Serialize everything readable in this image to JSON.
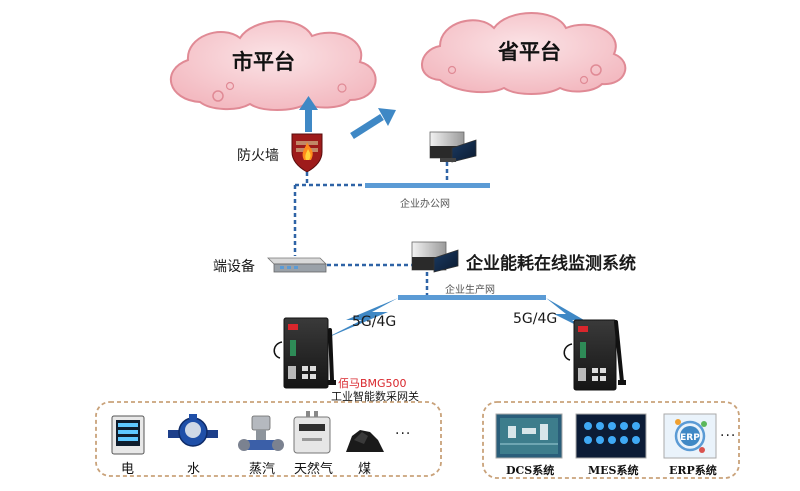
{
  "clouds": {
    "city_platform": "市平台",
    "province_platform": "省平台"
  },
  "labels": {
    "firewall": "防火墙",
    "edge_device": "端设备",
    "system_title": "企业能耗在线监测系统",
    "office_network": "企业办公网",
    "production_network": "企业生产网",
    "link_left": "5G/4G",
    "link_right": "5G/4G",
    "gateway_brand": "佰马BMG500",
    "gateway_desc": "工业智能数采网关"
  },
  "meters": [
    {
      "label": "电",
      "icon": "power-meter-icon"
    },
    {
      "label": "水",
      "icon": "water-meter-icon"
    },
    {
      "label": "蒸汽",
      "icon": "steam-meter-icon"
    },
    {
      "label": "天然气",
      "icon": "gas-meter-icon"
    },
    {
      "label": "煤",
      "icon": "coal-icon"
    }
  ],
  "meters_more": "···",
  "systems": [
    {
      "label": "DCS系统",
      "icon": "dcs-screen-icon"
    },
    {
      "label": "MES系统",
      "icon": "mes-screen-icon"
    },
    {
      "label": "ERP系统",
      "icon": "erp-screen-icon",
      "inner_text": "ERP"
    }
  ],
  "systems_more": "···",
  "colors": {
    "cloud_fill": "#f5c6cc",
    "cloud_stroke": "#e08a95",
    "arrow": "#3f88c5",
    "network_bar": "#5b9bd5",
    "dashed_link": "#2e63a6",
    "group_border": "#c9a27a",
    "gateway_brand": "#d9262c"
  }
}
